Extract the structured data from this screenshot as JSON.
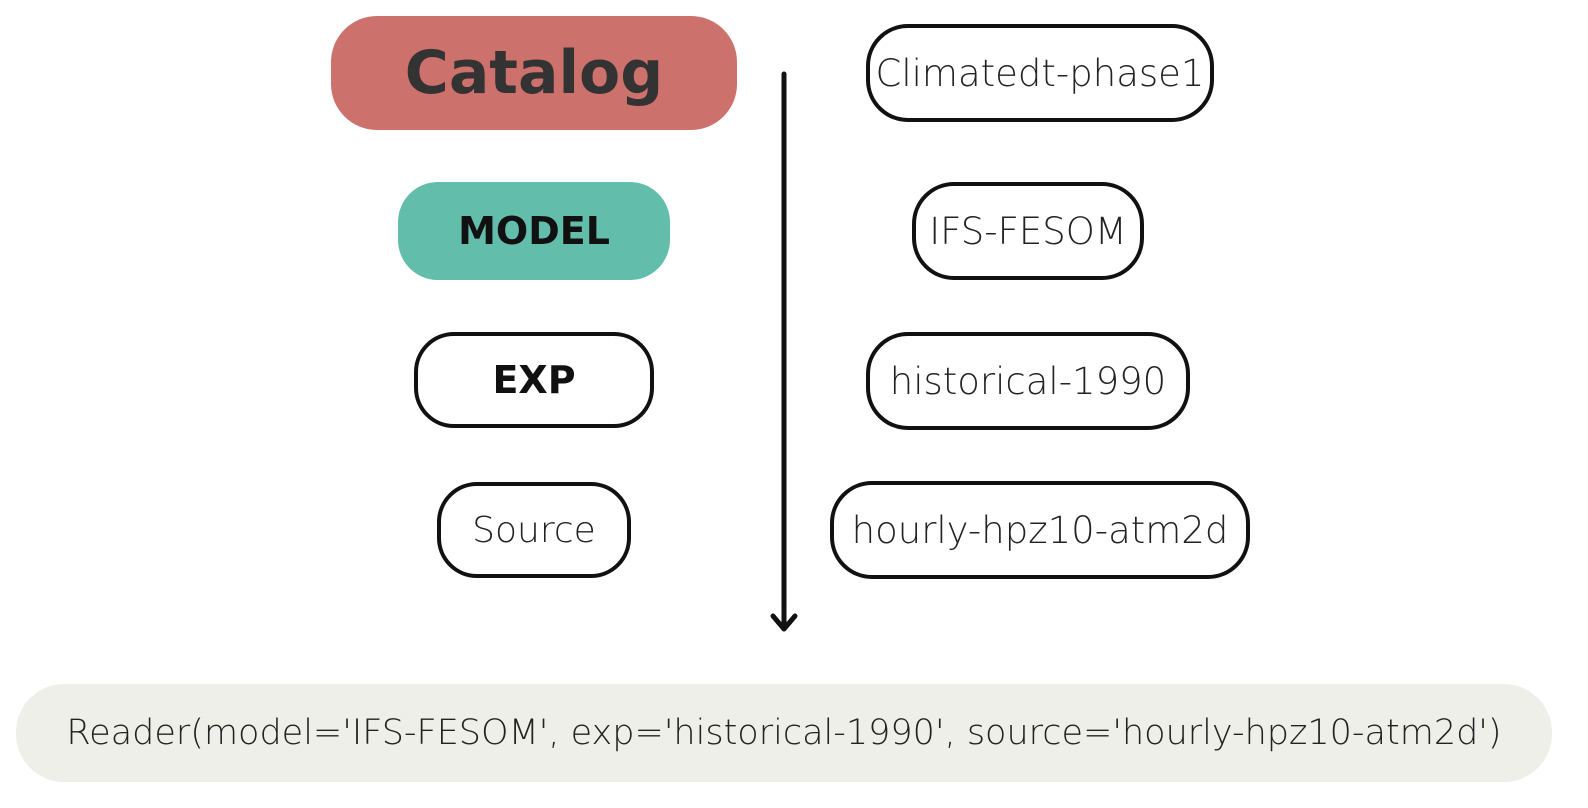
{
  "colors": {
    "catalog_fill": "#cd716c",
    "model_fill": "#63bdab",
    "reader_fill": "#efefe9",
    "outline": "#111111",
    "arrow": "#111111"
  },
  "levels": {
    "catalog": "Catalog",
    "model": "MODEL",
    "exp": "EXP",
    "source": "Source"
  },
  "values": {
    "catalog": "Climatedt-phase1",
    "model": "IFS-FESOM",
    "exp": "historical-1990",
    "source": "hourly-hpz10-atm2d"
  },
  "reader": {
    "code": "Reader(model='IFS-FESOM', exp='historical-1990', source='hourly-hpz10-atm2d')"
  }
}
